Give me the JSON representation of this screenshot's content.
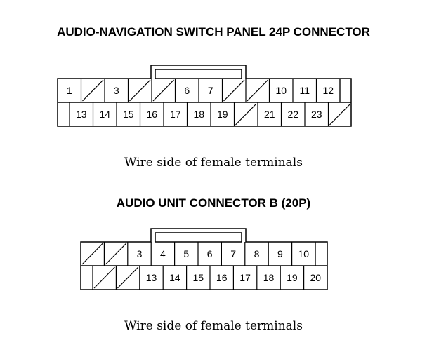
{
  "connectors": [
    {
      "title": "AUDIO-NAVIGATION SWITCH PANEL 24P CONNECTOR",
      "caption": "Wire side of female terminals",
      "top_row": [
        "1",
        "/",
        "3",
        "/",
        "/",
        "6",
        "7",
        "/",
        "/",
        "10",
        "11",
        "12"
      ],
      "bottom_row": [
        "13",
        "14",
        "15",
        "16",
        "17",
        "18",
        "19",
        "/",
        "21",
        "22",
        "23",
        "/"
      ]
    },
    {
      "title": "AUDIO UNIT CONNECTOR B (20P)",
      "caption": "Wire side of female terminals",
      "top_row": [
        "/",
        "/",
        "3",
        "4",
        "5",
        "6",
        "7",
        "8",
        "9",
        "10"
      ],
      "bottom_row": [
        "/",
        "/",
        "13",
        "14",
        "15",
        "16",
        "17",
        "18",
        "19",
        "20"
      ]
    }
  ]
}
